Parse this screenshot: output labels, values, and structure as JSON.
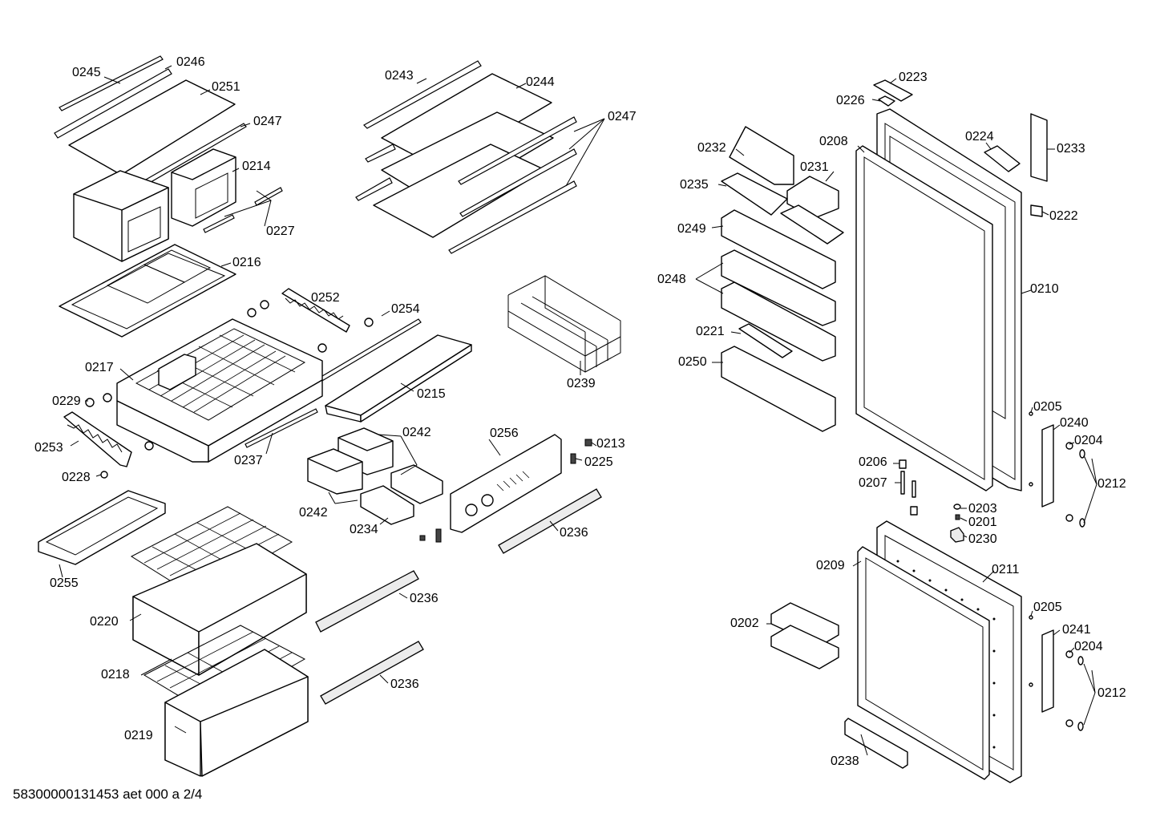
{
  "document_code": "58300000131453 aet 000 a 2/4",
  "callouts": {
    "c0201": "0201",
    "c0202": "0202",
    "c0203": "0203",
    "c0204a": "0204",
    "c0204b": "0204",
    "c0205a": "0205",
    "c0205b": "0205",
    "c0206": "0206",
    "c0207": "0207",
    "c0208": "0208",
    "c0209": "0209",
    "c0210": "0210",
    "c0211": "0211",
    "c0212a": "0212",
    "c0212b": "0212",
    "c0213": "0213",
    "c0214": "0214",
    "c0215": "0215",
    "c0216": "0216",
    "c0217": "0217",
    "c0218": "0218",
    "c0219": "0219",
    "c0220": "0220",
    "c0221": "0221",
    "c0222": "0222",
    "c0223": "0223",
    "c0224": "0224",
    "c0225": "0225",
    "c0226": "0226",
    "c0227": "0227",
    "c0228": "0228",
    "c0229": "0229",
    "c0230": "0230",
    "c0231": "0231",
    "c0232": "0232",
    "c0233": "0233",
    "c0234": "0234",
    "c0235": "0235",
    "c0236a": "0236",
    "c0236b": "0236",
    "c0236c": "0236",
    "c0237": "0237",
    "c0238": "0238",
    "c0239": "0239",
    "c0240": "0240",
    "c0241": "0241",
    "c0242a": "0242",
    "c0242b": "0242",
    "c0243": "0243",
    "c0244": "0244",
    "c0245": "0245",
    "c0246": "0246",
    "c0247a": "0247",
    "c0247b": "0247",
    "c0248": "0248",
    "c0249": "0249",
    "c0250": "0250",
    "c0251": "0251",
    "c0252": "0252",
    "c0253": "0253",
    "c0254": "0254",
    "c0255": "0255",
    "c0256": "0256"
  }
}
